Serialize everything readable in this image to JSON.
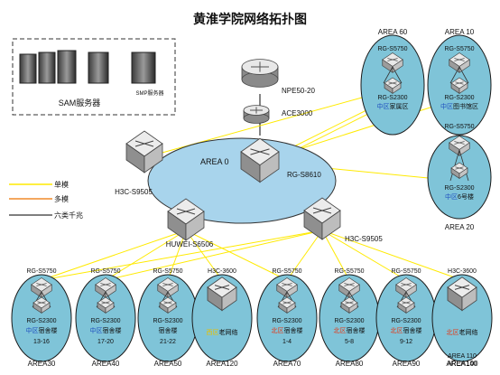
{
  "title": "黄淮学院网络拓扑图",
  "server_group": {
    "sam_label": "SAM服务器",
    "smp_label": "SMP服务器"
  },
  "legend": [
    {
      "label": "单模",
      "color": "#ffea00"
    },
    {
      "label": "多模",
      "color": "#f08a2a"
    },
    {
      "label": "六类千兆",
      "color": "#333333"
    }
  ],
  "core": {
    "area_label": "AREA 0",
    "npe_label": "NPE50-20",
    "ace_label": "ACE3000",
    "core_switch_label": "RG-S8610",
    "left_switch_label": "H3C-S9505",
    "lower_left_switch_label": "HUWEI-S6506",
    "lower_right_switch_label": "H3C-S9505"
  },
  "right_areas": [
    {
      "area": "AREA 60",
      "switch": "RG-S5750",
      "access": "RG-S2300",
      "campus": "中区",
      "building": "家属区"
    },
    {
      "area": "AREA 10",
      "switch": "RG-S5750",
      "access": "RG-S2300",
      "campus": "中区",
      "building": "图书馆区"
    },
    {
      "area": "AREA 20",
      "switch": "RG-S5750",
      "access": "RG-S2300",
      "campus": "中区",
      "building": "6号楼"
    }
  ],
  "bottom_areas": [
    {
      "area": "AREA30",
      "switch": "RG-S5750",
      "access": "RG-S2300",
      "campus": "中区",
      "building": "宿舍楼",
      "range": "13-16"
    },
    {
      "area": "AREA40",
      "switch": "RG-S5750",
      "access": "RG-S2300",
      "campus": "中区",
      "building": "宿舍楼",
      "range": "17-20"
    },
    {
      "area": "AREA50",
      "switch": "RG-S5750",
      "access": "RG-S2300",
      "campus": "",
      "building": "宿舍楼",
      "range": "21-22"
    },
    {
      "area": "AREA120",
      "switch": "H3C-3600",
      "access": "",
      "campus": "西区",
      "building": "老网络",
      "range": ""
    },
    {
      "area": "AREA70",
      "switch": "RG-S5750",
      "access": "RG-S2300",
      "campus": "北区",
      "building": "宿舍楼",
      "range": "1-4"
    },
    {
      "area": "AREA80",
      "switch": "RG-S5750",
      "access": "RG-S2300",
      "campus": "北区",
      "building": "宿舍楼",
      "range": "5-8"
    },
    {
      "area": "AREA90",
      "switch": "RG-S5750",
      "access": "RG-S2300",
      "campus": "北区",
      "building": "宿舍楼",
      "range": "9-12"
    },
    {
      "area": "AREA100",
      "switch": "H3C-3600",
      "access": "",
      "campus": "北区",
      "building": "老网络",
      "range": "",
      "extra": [
        "AREA 110",
        "AREA 140"
      ]
    }
  ],
  "colors": {
    "ellipse_fill": "#7fc4d8",
    "ellipse_border": "#1b1b1b",
    "area0_fill": "#a8d4ec",
    "single_mode": "#ffea00",
    "multi_mode": "#f08a2a",
    "campus_mid": "#1f4fbf",
    "campus_north": "#e23a1a",
    "campus_west": "#e8c000"
  }
}
